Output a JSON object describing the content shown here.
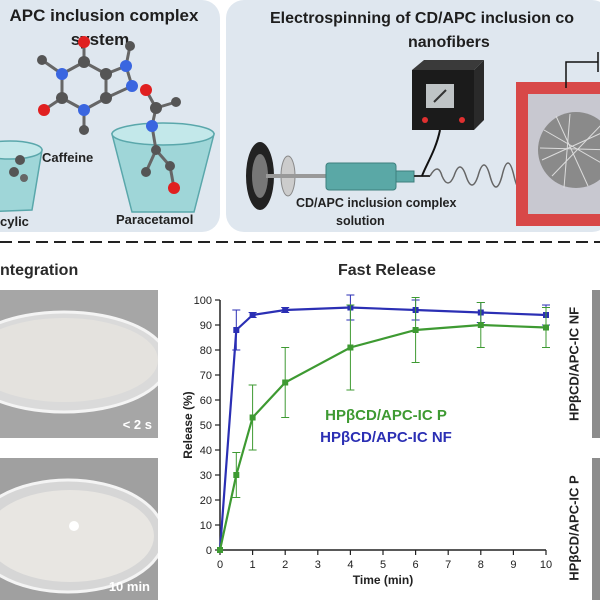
{
  "top_left": {
    "title_line1": "APC inclusion complex",
    "title_line2": "system",
    "label_caffeine": "Caffeine",
    "label_cylic": "cylic",
    "label_paracetamol": "Paracetamol"
  },
  "top_right": {
    "title_line1": "Electrospinning of CD/APC inclusion co",
    "title_line2": "nanofibers",
    "solution_line1": "CD/APC inclusion complex",
    "solution_line2": "solution"
  },
  "bottom_left": {
    "title": "ntegration",
    "time1": "< 2 s",
    "time2": "10 min"
  },
  "right_strip": {
    "label_nf": "HPβCD/APC-IC NF",
    "label_p": "HPβCD/APC-IC P"
  },
  "chart_data": {
    "type": "line",
    "title": "Fast Release",
    "xlabel": "Time (min)",
    "ylabel": "Release (%)",
    "xlim": [
      0,
      10
    ],
    "ylim": [
      0,
      100
    ],
    "xticks": [
      0,
      1,
      2,
      3,
      4,
      5,
      6,
      7,
      8,
      9,
      10
    ],
    "yticks": [
      0,
      10,
      20,
      30,
      40,
      50,
      60,
      70,
      80,
      90,
      100
    ],
    "x": [
      0,
      0.5,
      1,
      2,
      4,
      6,
      8,
      10
    ],
    "series": [
      {
        "name": "HPβCD/APC-IC NF",
        "color": "#2b2fb4",
        "values": [
          0,
          88,
          94,
          96,
          97,
          96,
          95,
          94
        ],
        "errors": [
          0,
          8,
          1,
          1,
          5,
          4,
          4,
          4
        ]
      },
      {
        "name": "HPβCD/APC-IC P",
        "color": "#3e9a32",
        "values": [
          0,
          30,
          53,
          67,
          81,
          88,
          90,
          89
        ],
        "errors": [
          0,
          9,
          13,
          14,
          17,
          13,
          9,
          8
        ]
      }
    ]
  }
}
